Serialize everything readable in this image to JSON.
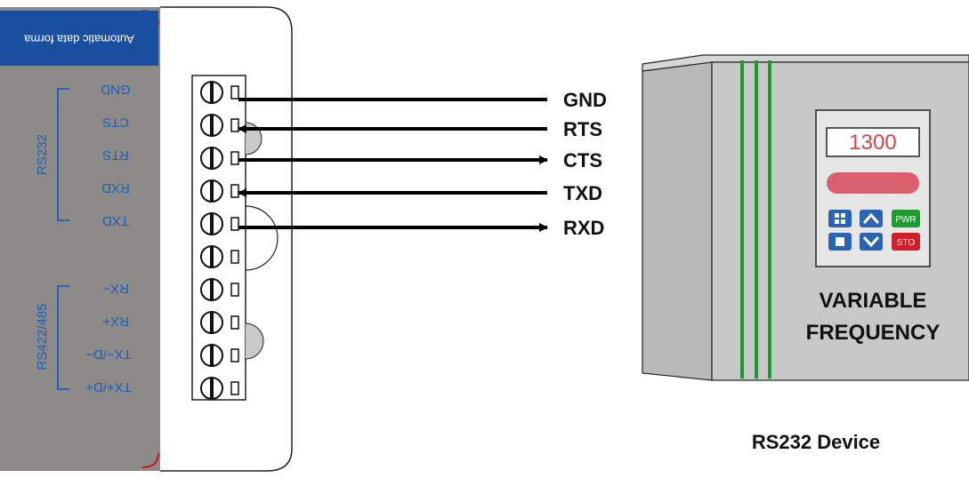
{
  "module": {
    "banner_text": "Automatic data forma",
    "rs232_group_label": "RS232",
    "rs422_group_label": "RS422/485",
    "rs232_pins": [
      "GND",
      "CTS",
      "RTS",
      "RXD",
      "TXD"
    ],
    "rs422_pins": [
      "RX−",
      "RX+",
      "TX−/D−",
      "TX+/D+"
    ],
    "colors": {
      "panel": "#8d8a8a",
      "banner": "#1a4fa0",
      "label_blue": "#1e5fb5"
    }
  },
  "wiring": {
    "signals": [
      {
        "label": "GND",
        "direction": "none"
      },
      {
        "label": "RTS",
        "direction": "to-module"
      },
      {
        "label": "CTS",
        "direction": "to-device"
      },
      {
        "label": "TXD",
        "direction": "to-module"
      },
      {
        "label": "RXD",
        "direction": "to-device"
      }
    ]
  },
  "device": {
    "display_value": "1300",
    "title_line1": "VARIABLE",
    "title_line2": "FREQUENCY",
    "caption": "RS232 Device",
    "buttons": [
      {
        "label": "",
        "icon": "grid-icon"
      },
      {
        "label": "",
        "icon": "chevron-up-icon"
      },
      {
        "label": "PWR",
        "icon": ""
      },
      {
        "label": "",
        "icon": "square-icon"
      },
      {
        "label": "",
        "icon": "chevron-down-icon"
      },
      {
        "label": "STO",
        "icon": ""
      }
    ],
    "colors": {
      "body": "#c8c8c8",
      "stripe": "#1f9a2e",
      "display_text": "#d9434f",
      "bar": "#d9606c",
      "btn_blue": "#2b63b5",
      "btn_green": "#1f9a2e",
      "btn_red": "#d21e2a"
    }
  }
}
